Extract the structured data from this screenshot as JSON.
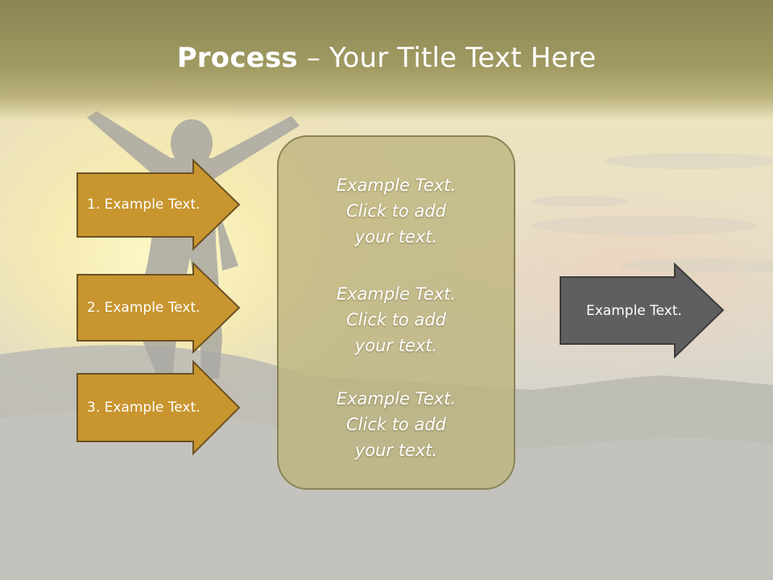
{
  "slide": {
    "title_bold": "Process",
    "title_rest": " – Your Title Text Here"
  },
  "left_arrows": [
    {
      "label": "1. Example Text."
    },
    {
      "label": "2. Example Text."
    },
    {
      "label": "3. Example Text."
    }
  ],
  "center_box": {
    "blocks": [
      {
        "line1": "Example Text.",
        "line2": "Click  to add",
        "line3": "your text."
      },
      {
        "line1": "Example Text.",
        "line2": "Click  to add",
        "line3": "your text."
      },
      {
        "line1": "Example Text.",
        "line2": "Click  to add",
        "line3": "your text."
      }
    ]
  },
  "right_arrow": {
    "label": "Example Text."
  },
  "colors": {
    "arrow_fill": "#c8952e",
    "arrow_border": "#6b5224",
    "center_fill": "#bdb47e",
    "right_arrow_fill": "#5f5f5f",
    "title_band": "#8a8553"
  }
}
